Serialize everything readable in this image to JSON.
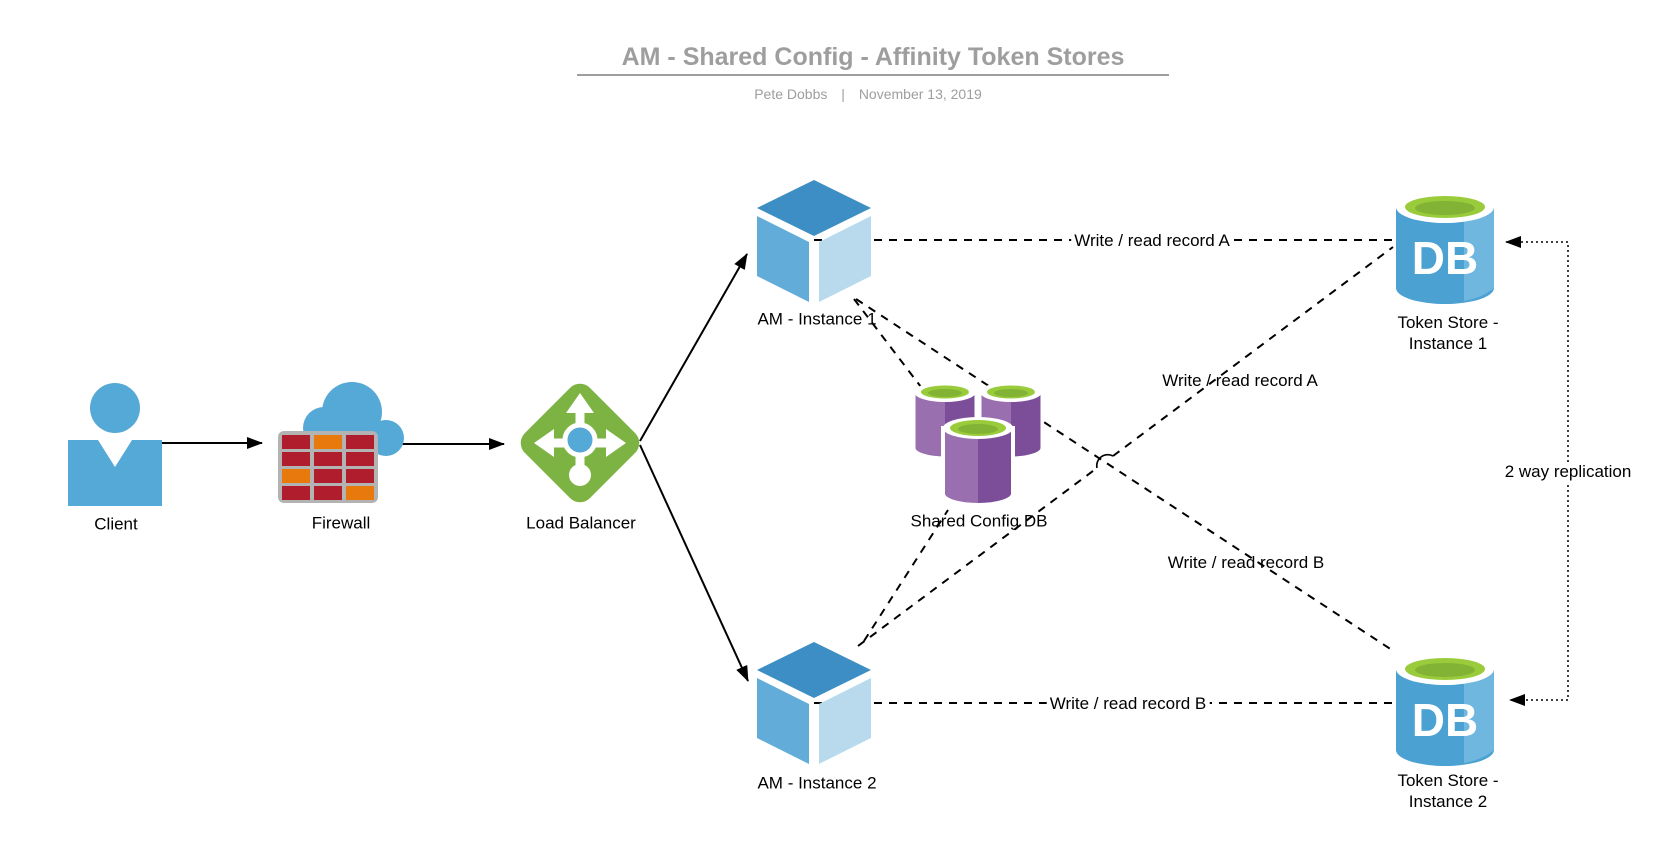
{
  "header": {
    "title": "AM - Shared Config - Affinity Token Stores",
    "author": "Pete Dobbs",
    "separator": "|",
    "date": "November 13, 2019"
  },
  "nodes": {
    "client": {
      "label": "Client"
    },
    "firewall": {
      "label": "Firewall"
    },
    "load_balancer": {
      "label": "Load Balancer"
    },
    "am_instance_1": {
      "label": "AM - Instance 1"
    },
    "am_instance_2": {
      "label": "AM - Instance 2"
    },
    "shared_config_db": {
      "label": "Shared Config DB"
    },
    "token_store_1": {
      "label_line1": "Token Store -",
      "label_line2": "Instance 1",
      "db_text": "DB"
    },
    "token_store_2": {
      "label_line1": "Token Store -",
      "label_line2": "Instance 2",
      "db_text": "DB"
    }
  },
  "edges": {
    "am1_ts1": {
      "label": "Write / read record A"
    },
    "am2_ts1": {
      "label": "Write / read record A"
    },
    "am1_ts2": {
      "label": "Write / read record B"
    },
    "am2_ts2": {
      "label": "Write / read record B"
    },
    "replication": {
      "label": "2 way replication"
    }
  },
  "colors": {
    "blue": "#55A9D6",
    "green": "#7CB342",
    "cube_top": "#3D8EC4",
    "cube_left": "#61ACD8",
    "cube_right": "#B9DAEC",
    "db_blue": "#4BA1D2",
    "db_blue_light": "#6FB7DE",
    "leaf_green": "#9ACB3B",
    "leaf_green_dark": "#82B335",
    "purple_light": "#9A6FB0",
    "purple_dark": "#7C4E99",
    "brick_red": "#B01E2E",
    "brick_orange": "#E8790D",
    "wall_gray": "#B3B3B3",
    "title_gray": "#9E9E9E",
    "line_black": "#000000"
  }
}
